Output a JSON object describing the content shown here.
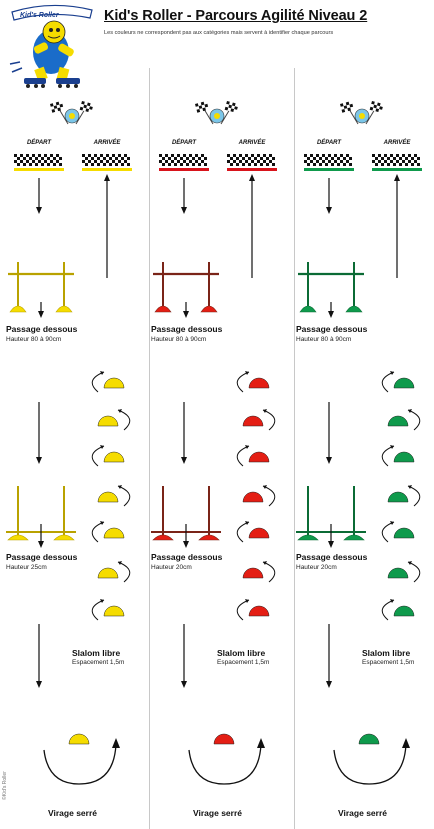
{
  "title": "Kid's Roller - Parcours Agilité Niveau 2",
  "subtitle": "Les couleurs ne correspondent pas aux catégories mais servent à identifier chaque parcours",
  "logo": {
    "name": "kids-roller-logo",
    "text": "Kid's Roller"
  },
  "labels": {
    "depart": "DÉPART",
    "arrivee": "ARRIVÉE",
    "passage": "Passage dessous",
    "slalom": "Slalom libre",
    "virage": "Virage serré"
  },
  "lanes": [
    {
      "id": "yellow",
      "color": "#f5dc00",
      "dark": "#b9a200",
      "stripe": "#f5dc00",
      "hauteur1": "Hauteur 80 à 90cm",
      "hauteur2": "Hauteur 25cm",
      "espacement": "Espacement 1,5m"
    },
    {
      "id": "red",
      "color": "#e41e14",
      "dark": "#7a2418",
      "stripe": "#d8141c",
      "hauteur1": "Hauteur 80 à 90cm",
      "hauteur2": "Hauteur 20cm",
      "espacement": "Espacement 1,5m"
    },
    {
      "id": "green",
      "color": "#0f9a4c",
      "dark": "#0b6b35",
      "stripe": "#0f9a4c",
      "hauteur1": "Hauteur 80 à 90cm",
      "hauteur2": "Hauteur 20cm",
      "espacement": "Espacement 1,5m"
    }
  ],
  "credit": "©Kid's Roller"
}
